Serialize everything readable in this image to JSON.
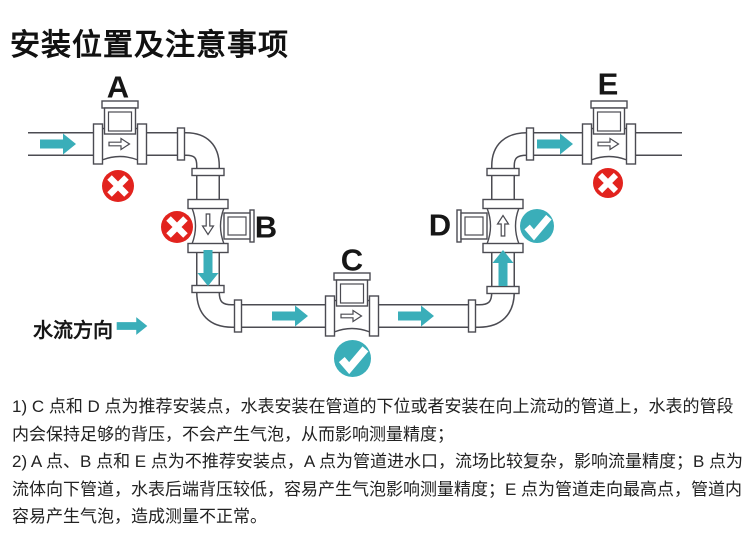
{
  "title": "安装位置及注意事项",
  "legend": {
    "flow_label": "水流方向"
  },
  "points": [
    {
      "label": "A",
      "verdict": "rejected"
    },
    {
      "label": "B",
      "verdict": "rejected"
    },
    {
      "label": "C",
      "verdict": "approved"
    },
    {
      "label": "D",
      "verdict": "approved"
    },
    {
      "label": "E",
      "verdict": "rejected"
    }
  ],
  "notes": [
    "1) C 点和 D 点为推荐安装点，水表安装在管道的下位或者安装在向上流动的管道上，水表的管段内会保持足够的背压，不会产生气泡，从而影响测量精度；",
    "2) A 点、B 点和 E 点为不推荐安装点，A 点为管道进水口，流场比较复杂，影响流量精度；B 点为流体向下管道，水表后端背压较低，容易产生气泡影响测量精度；E 点为管道走向最高点，管道内容易产生气泡，造成测量不正常。"
  ],
  "colors": {
    "flow_teal": "#3AAEB9",
    "reject_red": "#E2231E",
    "pipe_outline": "#4B4B52",
    "text": "#1C1C1C"
  }
}
